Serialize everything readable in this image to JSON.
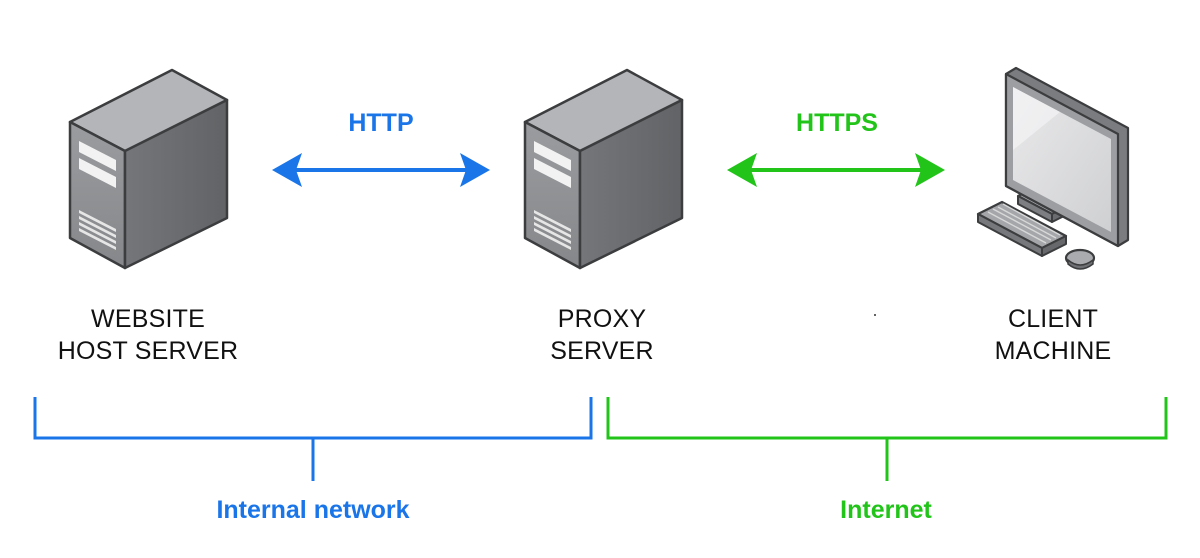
{
  "colors": {
    "http_blue": "#1a75e8",
    "https_green": "#22c41a",
    "server_body": "#8a8c8f",
    "server_side": "#6e7073",
    "label_text": "#111111"
  },
  "nodes": {
    "website_host": {
      "icon": "server-tower-icon",
      "line1": "WEBSITE",
      "line2": "HOST SERVER"
    },
    "proxy": {
      "icon": "server-tower-icon",
      "line1": "PROXY",
      "line2": "SERVER"
    },
    "client": {
      "icon": "desktop-computer-icon",
      "line1": "CLIENT",
      "line2": "MACHINE"
    }
  },
  "connections": {
    "host_proxy": {
      "label": "HTTP",
      "direction": "bidirectional",
      "color_key": "http_blue"
    },
    "proxy_client": {
      "label": "HTTPS",
      "direction": "bidirectional",
      "color_key": "https_green"
    }
  },
  "zones": {
    "internal": {
      "label": "Internal network",
      "color_key": "http_blue"
    },
    "internet": {
      "label": "Internet",
      "color_key": "https_green"
    }
  }
}
